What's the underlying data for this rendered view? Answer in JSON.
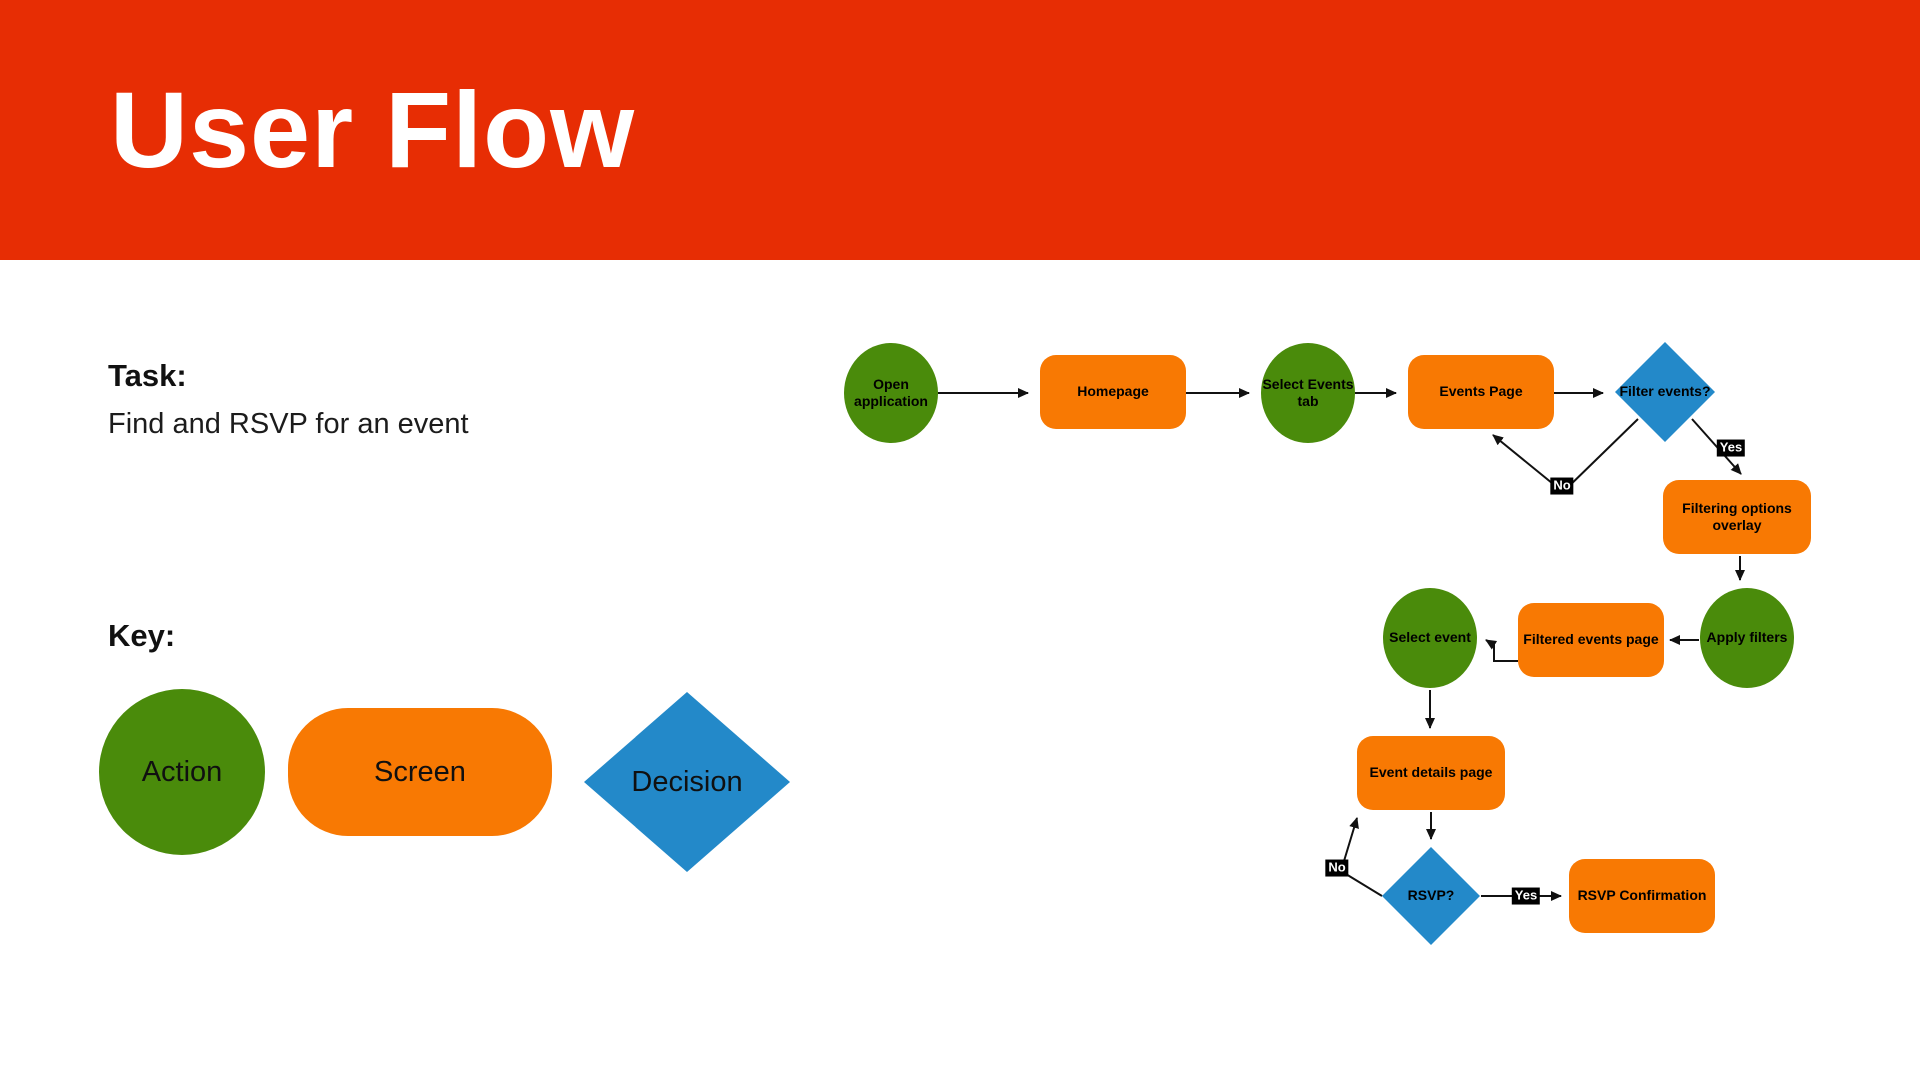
{
  "header": {
    "title": "User Flow"
  },
  "task": {
    "label": "Task:",
    "description": "Find and RSVP for an event"
  },
  "key": {
    "label": "Key:",
    "items": [
      {
        "shape": "circle",
        "type": "action",
        "label": "Action"
      },
      {
        "shape": "rounded-rect",
        "type": "screen",
        "label": "Screen"
      },
      {
        "shape": "diamond",
        "type": "decision",
        "label": "Decision"
      }
    ]
  },
  "colors": {
    "header_red": "#e72d04",
    "action_green": "#4a8b0b",
    "screen_orange": "#f87903",
    "decision_blue": "#2389c9",
    "arrow_color": "#111111",
    "chip_bg": "#000000",
    "chip_text": "#ffffff",
    "text_color": "#111111",
    "page_bg": "#ffffff"
  },
  "flowchart": {
    "nodes": [
      {
        "id": "open-application",
        "type": "action",
        "label": "Open application"
      },
      {
        "id": "homepage",
        "type": "screen",
        "label": "Homepage"
      },
      {
        "id": "select-events-tab",
        "type": "action",
        "label": "Select Events tab"
      },
      {
        "id": "events-page",
        "type": "screen",
        "label": "Events Page"
      },
      {
        "id": "filter-events",
        "type": "decision",
        "label": "Filter events?"
      },
      {
        "id": "filtering-options-overlay",
        "type": "screen",
        "label": "Filtering options overlay"
      },
      {
        "id": "apply-filters",
        "type": "action",
        "label": "Apply filters"
      },
      {
        "id": "filtered-events-page",
        "type": "screen",
        "label": "Filtered events page"
      },
      {
        "id": "select-event",
        "type": "action",
        "label": "Select event"
      },
      {
        "id": "event-details-page",
        "type": "screen",
        "label": "Event details page"
      },
      {
        "id": "rsvp",
        "type": "decision",
        "label": "RSVP?"
      },
      {
        "id": "rsvp-confirmation",
        "type": "screen",
        "label": "RSVP Confirmation"
      }
    ],
    "edges": [
      {
        "from": "open-application",
        "to": "homepage",
        "label": ""
      },
      {
        "from": "homepage",
        "to": "select-events-tab",
        "label": ""
      },
      {
        "from": "select-events-tab",
        "to": "events-page",
        "label": ""
      },
      {
        "from": "events-page",
        "to": "filter-events",
        "label": ""
      },
      {
        "from": "filter-events",
        "to": "filtering-options-overlay",
        "label": "Yes"
      },
      {
        "from": "filter-events",
        "to": "events-page",
        "label": "No"
      },
      {
        "from": "filtering-options-overlay",
        "to": "apply-filters",
        "label": ""
      },
      {
        "from": "apply-filters",
        "to": "filtered-events-page",
        "label": ""
      },
      {
        "from": "filtered-events-page",
        "to": "select-event",
        "label": ""
      },
      {
        "from": "select-event",
        "to": "event-details-page",
        "label": ""
      },
      {
        "from": "event-details-page",
        "to": "rsvp",
        "label": ""
      },
      {
        "from": "rsvp",
        "to": "rsvp-confirmation",
        "label": "Yes"
      },
      {
        "from": "rsvp",
        "to": "event-details-page",
        "label": "No"
      }
    ]
  }
}
